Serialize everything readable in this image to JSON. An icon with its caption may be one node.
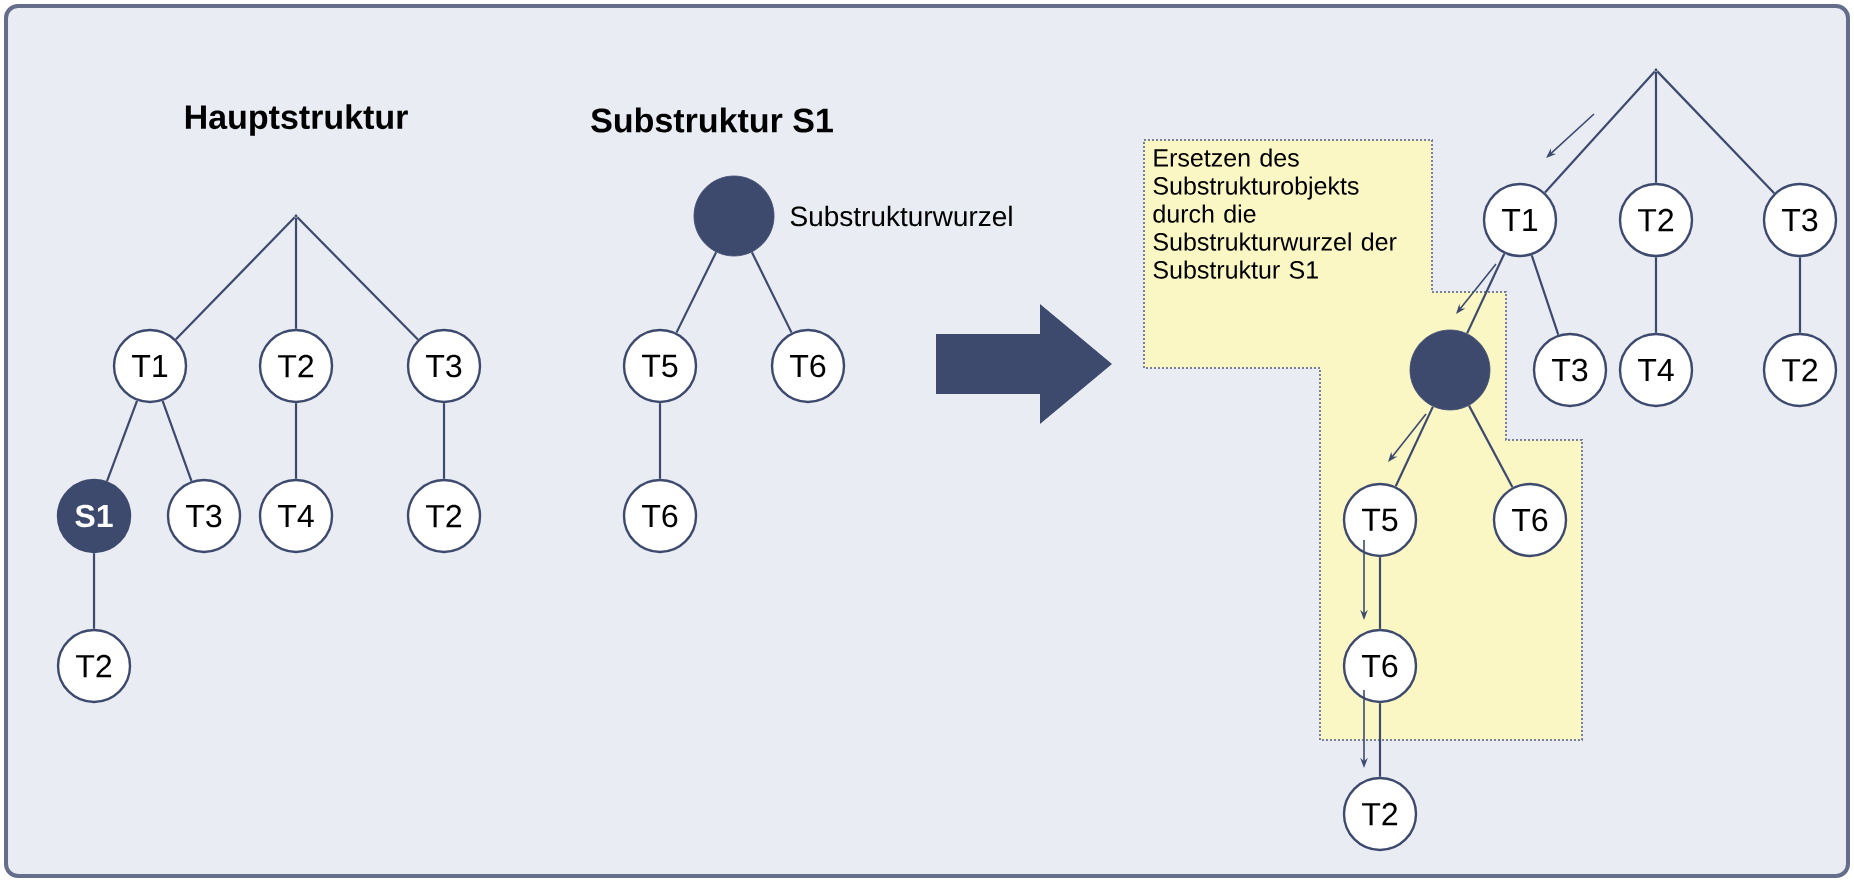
{
  "diagram": {
    "nodes": [
      {
        "text": [],
        "shape": "point"
      },
      {
        "text": [
          "T1"
        ]
      },
      {
        "text": [
          "T2"
        ]
      },
      {
        "text": [
          "T3"
        ]
      },
      {
        "text": [
          "S1"
        ]
      },
      {
        "text": [
          "T3"
        ]
      },
      {
        "text": [
          "T4"
        ]
      },
      {
        "text": [
          "T2"
        ]
      },
      {
        "text": [
          "T2"
        ]
      },
      {
        "text": [],
        "shape": "circle",
        "beside": [
          "Substrukturwurzel"
        ]
      },
      {
        "text": [
          "T5"
        ]
      },
      {
        "text": [
          "T6"
        ]
      },
      {
        "text": [
          "T6"
        ]
      },
      {
        "text": [],
        "shape": "point"
      },
      {
        "text": [
          "T1"
        ]
      },
      {
        "text": [
          "T2"
        ]
      },
      {
        "text": [
          "T3"
        ]
      },
      {
        "text": [
          "Ersetzen des Substrukturobjekts durch die Substrukturwurzel der Substruktur S1"
        ]
      },
      {
        "text": [
          "T3"
        ]
      },
      {
        "text": [
          "T4"
        ]
      },
      {
        "text": [
          "T2"
        ]
      },
      {
        "text": [],
        "shape": "circle",
        "in": 17
      },
      {
        "text": [
          "T5"
        ],
        "in": 17
      },
      {
        "text": [
          "T6"
        ],
        "in": 17
      },
      {
        "text": [
          "T6"
        ],
        "in": 17
      },
      {
        "text": [
          "T2"
        ]
      }
    ],
    "edges": [
      {
        "from": 0,
        "to": 1,
        "arrow": "none"
      },
      {
        "from": 0,
        "to": 2,
        "arrow": "none"
      },
      {
        "from": 0,
        "to": 3,
        "arrow": "none"
      },
      {
        "from": 1,
        "to": 4,
        "arrow": "none"
      },
      {
        "from": 1,
        "to": 5,
        "arrow": "none"
      },
      {
        "from": 2,
        "to": 6,
        "arrow": "none"
      },
      {
        "from": 3,
        "to": 7,
        "arrow": "none"
      },
      {
        "from": 4,
        "to": 8,
        "arrow": "none"
      },
      {
        "from": 9,
        "to": 10,
        "arrow": "none"
      },
      {
        "from": 9,
        "to": 11,
        "arrow": "none"
      },
      {
        "from": 10,
        "to": 12,
        "arrow": "none"
      },
      {
        "from": 13,
        "to": 14,
        "arrow": "none"
      },
      {
        "from": 13,
        "to": 15,
        "arrow": "none"
      },
      {
        "from": 13,
        "to": 16,
        "arrow": "none"
      },
      {
        "from": 14,
        "to": 21,
        "arrow": "none"
      },
      {
        "from": 14,
        "to": 18,
        "arrow": "none"
      },
      {
        "from": 15,
        "to": 19,
        "arrow": "none"
      },
      {
        "from": 16,
        "to": 20,
        "arrow": "none"
      },
      {
        "from": 21,
        "to": 22,
        "arrow": "none"
      },
      {
        "from": 21,
        "to": 23,
        "arrow": "none"
      },
      {
        "from": 22,
        "to": 24,
        "arrow": "none"
      },
      {
        "from": 24,
        "to": 25,
        "arrow": "none"
      }
    ],
    "labels": [
      "Hauptstruktur",
      "Substruktur S1"
    ]
  }
}
